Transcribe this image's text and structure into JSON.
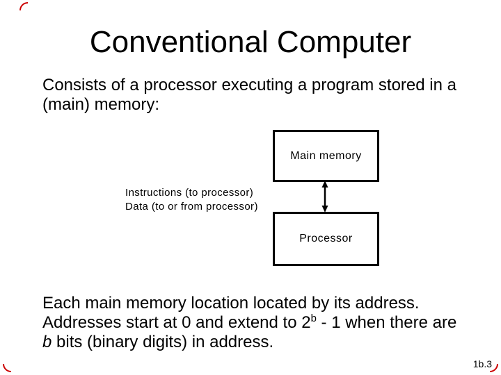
{
  "slide": {
    "title": "Conventional Computer",
    "intro": {
      "line1": "Consists of a processor executing a program stored in a",
      "line2": "(main) memory:"
    },
    "diagram": {
      "main_memory_label": "Main memory",
      "processor_label": "Processor",
      "arrow_icon": "double-headed-vertical-arrow",
      "annotations": {
        "line1": "Instructions (to processor)",
        "line2": "Data (to or from processor)"
      }
    },
    "body": {
      "line1": "Each main memory location located by its address.",
      "line2_pre": "Addresses start at 0 and extend to 2",
      "line2_sup": "b",
      "line2_post": " - 1 when there are",
      "line3_var": "b",
      "line3_rest": " bits (binary digits) in address."
    },
    "footer": {
      "page_number": "1b.3"
    },
    "colors": {
      "background": "#ffffff",
      "text": "#000000",
      "box_border": "#000000",
      "corner_mark": "#cc0000"
    }
  }
}
